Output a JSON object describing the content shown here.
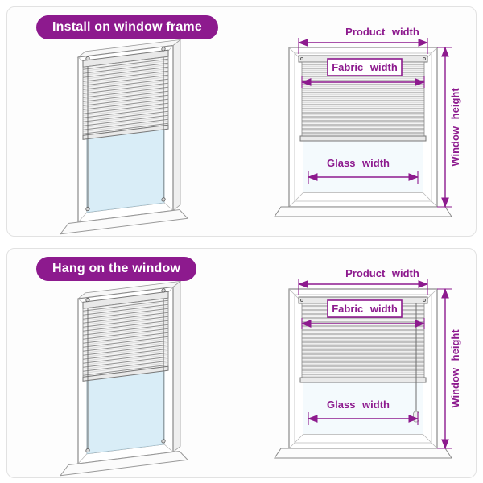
{
  "colors": {
    "accent": "#8d1a8e",
    "glass": "#d9edf7",
    "frame_stroke": "#8a8a8a"
  },
  "panels": [
    {
      "badge": "Install on window frame",
      "labels": {
        "product_width": "Product width",
        "fabric_width": "Fabric width",
        "glass_width": "Glass width",
        "window_height": "Window height"
      }
    },
    {
      "badge": "Hang on the window",
      "labels": {
        "product_width": "Product width",
        "fabric_width": "Fabric width",
        "glass_width": "Glass width",
        "window_height": "Window height"
      }
    }
  ]
}
